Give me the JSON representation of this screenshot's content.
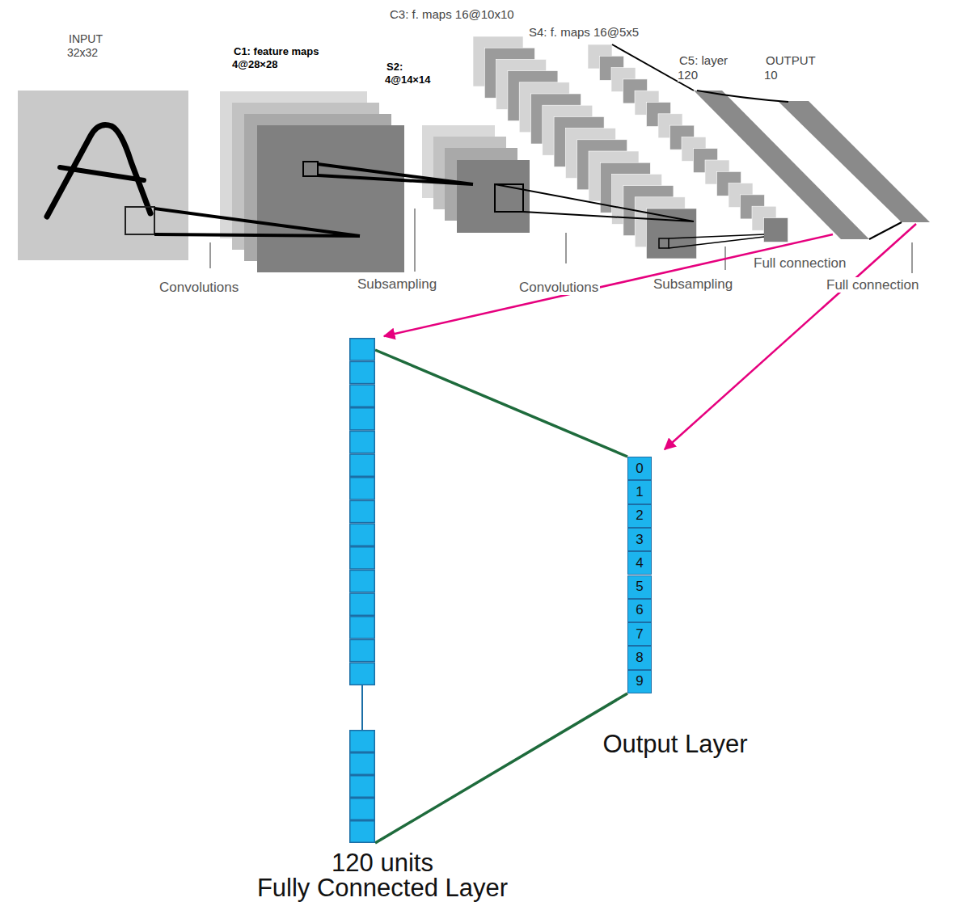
{
  "diagram": {
    "nodes": [
      {
        "text": [
          "120 units",
          "Fully Connected Layer"
        ]
      },
      {
        "text": [
          "Output Layer"
        ]
      },
      {
        "text": [
          "0"
        ],
        "in": 1
      },
      {
        "text": [
          "1"
        ],
        "in": 1
      },
      {
        "text": [
          "2"
        ],
        "in": 1
      },
      {
        "text": [
          "3"
        ],
        "in": 1
      },
      {
        "text": [
          "4"
        ],
        "in": 1
      },
      {
        "text": [
          "5"
        ],
        "in": 1
      },
      {
        "text": [
          "6"
        ],
        "in": 1
      },
      {
        "text": [
          "7"
        ],
        "in": 1
      },
      {
        "text": [
          "8"
        ],
        "in": 1
      },
      {
        "text": [
          "9"
        ],
        "in": 1
      }
    ],
    "edges": [
      {
        "from": 0,
        "to": 1,
        "arrow": "none"
      },
      {
        "from": 0,
        "to": 1,
        "arrow": "none"
      }
    ],
    "labels": [
      "INPUT 32x32",
      "C1: feature maps 4@28×28",
      "S2: 4@14×14",
      "C3: f. maps 16@10x10",
      "S4: f. maps 16@5x5",
      "C5: layer 120",
      "OUTPUT 10",
      "Convolutions",
      "Subsampling",
      "Convolutions",
      "Subsampling",
      "Full connection",
      "Full connection"
    ]
  }
}
